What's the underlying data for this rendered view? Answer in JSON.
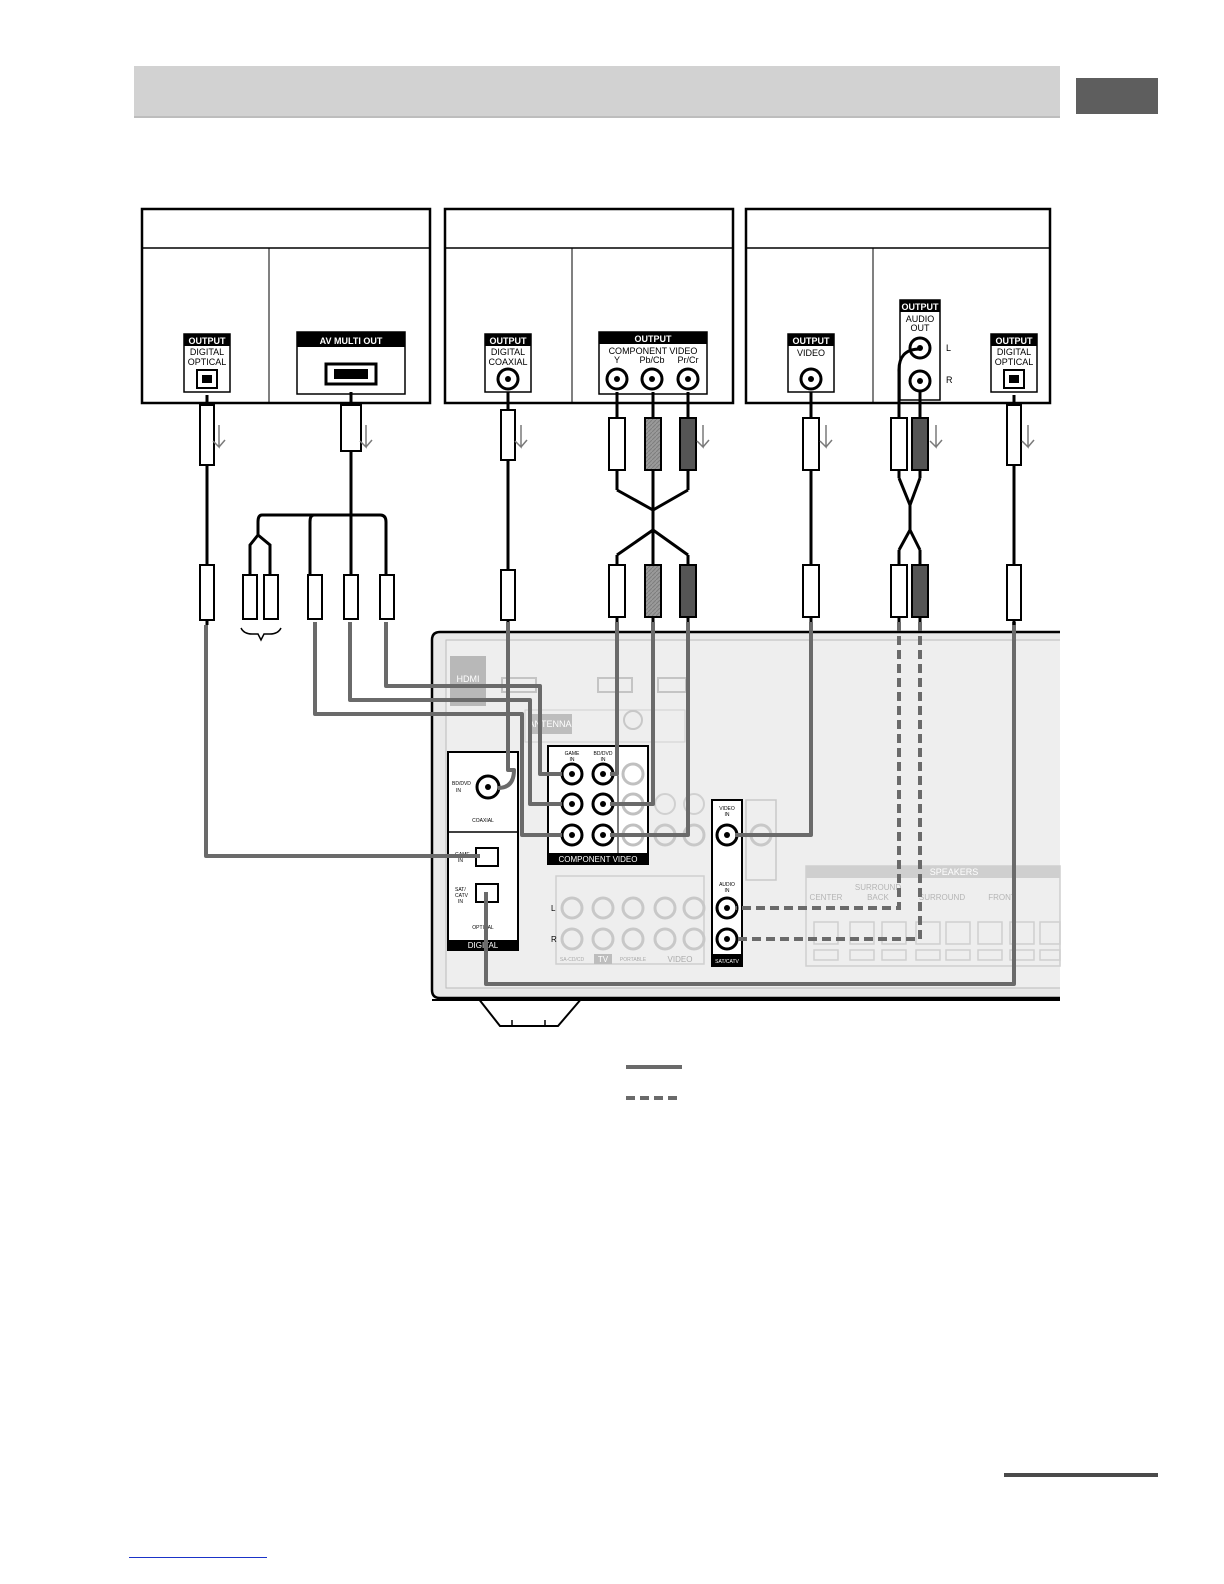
{
  "device1": {
    "optical": {
      "badge": "OUTPUT",
      "line1": "DIGITAL",
      "line2": "OPTICAL"
    },
    "avmulti": {
      "badge": "AV MULTI OUT"
    }
  },
  "device2": {
    "coaxial": {
      "badge": "OUTPUT",
      "line1": "DIGITAL",
      "line2": "COAXIAL"
    },
    "component": {
      "badge": "OUTPUT",
      "line1": "COMPONENT VIDEO",
      "y": "Y",
      "pb": "Pb/Cb",
      "pr": "Pr/Cr"
    }
  },
  "device3": {
    "video": {
      "badge": "OUTPUT",
      "line1": "VIDEO"
    },
    "audio": {
      "badge": "OUTPUT",
      "line1": "AUDIO",
      "line2": "OUT",
      "l": "L",
      "r": "R"
    },
    "optical": {
      "badge": "OUTPUT",
      "line1": "DIGITAL",
      "line2": "OPTICAL"
    }
  },
  "receiver": {
    "hdmi": "HDMI",
    "antenna": "ANTENNA",
    "bd_dvd_in": [
      "BD/DVD",
      "IN"
    ],
    "coaxial": "COAXIAL",
    "game_in_opt": [
      "GAME",
      "IN"
    ],
    "sat_catv_in": [
      "SAT/",
      "CATV",
      "IN"
    ],
    "optical": "OPTICAL",
    "digital": "DIGITAL",
    "comp_game_in": [
      "GAME",
      "IN"
    ],
    "comp_bd_dvd_in": [
      "BD/DVD",
      "IN"
    ],
    "component_video": "COMPONENT VIDEO",
    "video_in": [
      "VIDEO",
      "IN"
    ],
    "audio_in": [
      "AUDIO",
      "IN"
    ],
    "sat_catv": "SAT/CATV",
    "speakers": "SPEAKERS",
    "center": "CENTER",
    "surround_back": [
      "SURROUND",
      "BACK"
    ],
    "surround": "SURROUND",
    "front": "FRONT",
    "l": "L",
    "r": "R",
    "tv": "TV",
    "video": "VIDEO",
    "portable": "PORTABLE",
    "sa_cd": "SA-CD/CD"
  }
}
